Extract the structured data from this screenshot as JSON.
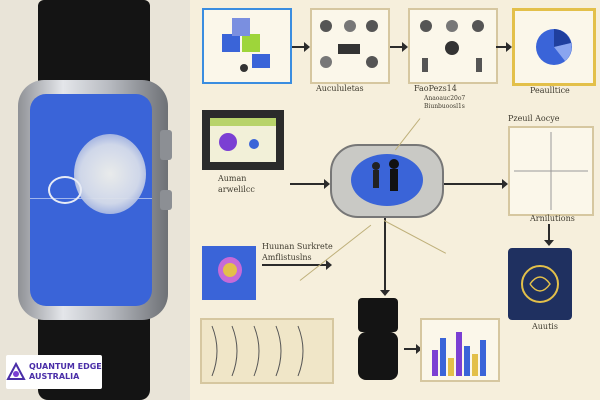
{
  "logo": {
    "line1": "QUANTUM EDGE",
    "line2": "AUSTRALIA"
  },
  "labels": {
    "l1": "Aucululetas",
    "l2": "FaoPezs14",
    "l3": "Anaoauc20o7",
    "l4": "Biunbuoosl1s",
    "l5": "Peaulltice",
    "l6": "Pzeuil Aocye",
    "l7": "Auman",
    "l8": "arwelilcc",
    "l9": "Arnilutions",
    "l10": "Huunan Surkrete",
    "l11": "Amflistuslns",
    "l12": "Auutis"
  },
  "colors": {
    "blue": "#3a64d8",
    "gold": "#e3c04a",
    "lime": "#9ed53a",
    "purple": "#7b3fd3"
  }
}
